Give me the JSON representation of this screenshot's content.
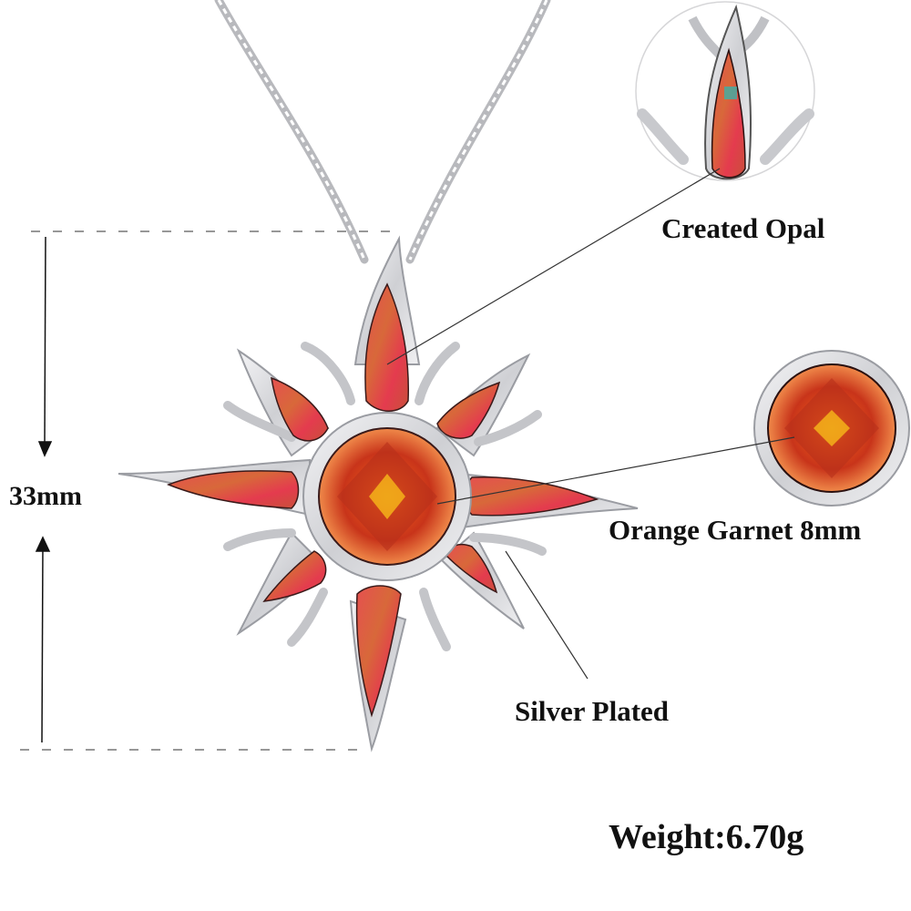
{
  "dimension": {
    "height_label": "33mm"
  },
  "callouts": {
    "opal": "Created Opal",
    "garnet": "Orange Garnet 8mm",
    "plating": "Silver Plated"
  },
  "weight_label": "Weight:6.70g",
  "colors": {
    "background": "#ffffff",
    "text": "#111111",
    "silver": "#d9dadd",
    "silver_dark": "#8a8c92",
    "garnet": "#e2531b",
    "garnet_dark": "#a82410",
    "garnet_core": "#f5b21a",
    "opal": "#e8454a",
    "opal_alt": "#d96a3a",
    "dash": "#777777"
  }
}
